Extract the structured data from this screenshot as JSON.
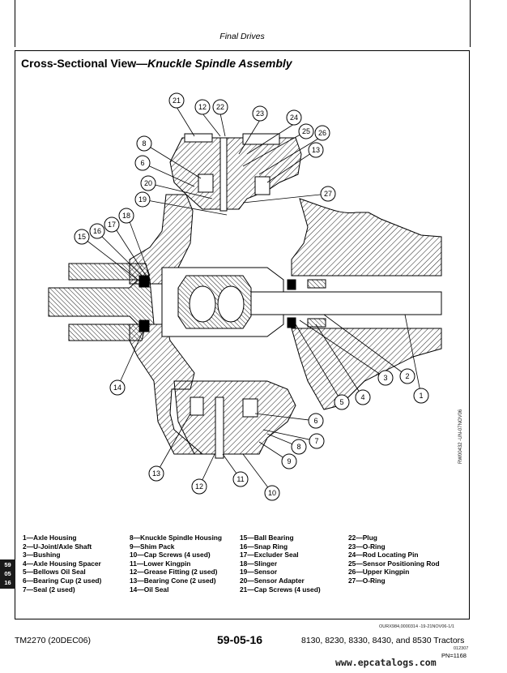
{
  "header": {
    "section": "Final Drives"
  },
  "title": {
    "main": "Cross-Sectional View—",
    "italic": "Knuckle Spindle Assembly"
  },
  "callouts": [
    "21",
    "12",
    "22",
    "23",
    "24",
    "25",
    "26",
    "13",
    "8",
    "6",
    "20",
    "27",
    "19",
    "18",
    "17",
    "16",
    "15",
    "14",
    "3",
    "2",
    "1",
    "4",
    "5",
    "6",
    "7",
    "8",
    "9",
    "10",
    "11",
    "12",
    "13"
  ],
  "legend": {
    "col1": [
      "1—Axle Housing",
      "2—U-Joint/Axle Shaft",
      "3—Bushing",
      "4—Axle Housing Spacer",
      "5—Bellows Oil Seal",
      "6—Bearing Cup (2 used)",
      "7—Seal (2 used)"
    ],
    "col2": [
      "8—Knuckle Spindle Housing",
      "9—Shim Pack",
      "10—Cap Screws (4 used)",
      "11—Lower Kingpin",
      "12—Grease Fitting (2 used)",
      "13—Bearing Cone (2 used)",
      "14—Oil Seal"
    ],
    "col3": [
      "15—Ball Bearing",
      "16—Snap Ring",
      "17—Excluder Seal",
      "18—Slinger",
      "19—Sensor",
      "20—Sensor Adapter",
      "21—Cap Screws (4 used)"
    ],
    "col4": [
      "22—Plug",
      "23—O-Ring",
      "24—Rod Locating Pin",
      "25—Sensor Positioning Rod",
      "26—Upper Kingpin",
      "27—O-Ring"
    ]
  },
  "side_tab": [
    "59",
    "05",
    "16"
  ],
  "figure_id_vertical": "RW00432 -UN-07NOV06",
  "ref_code": "OURX984,0000314   -19-21NOV06-1/1",
  "footer": {
    "left": "TM2270 (20DEC06)",
    "center": "59-05-16",
    "right": "8130, 8230, 8330, 8430, and 8530 Tractors",
    "code": "012307",
    "page": "PN=1168",
    "watermark": "www.epcatalogs.com"
  }
}
